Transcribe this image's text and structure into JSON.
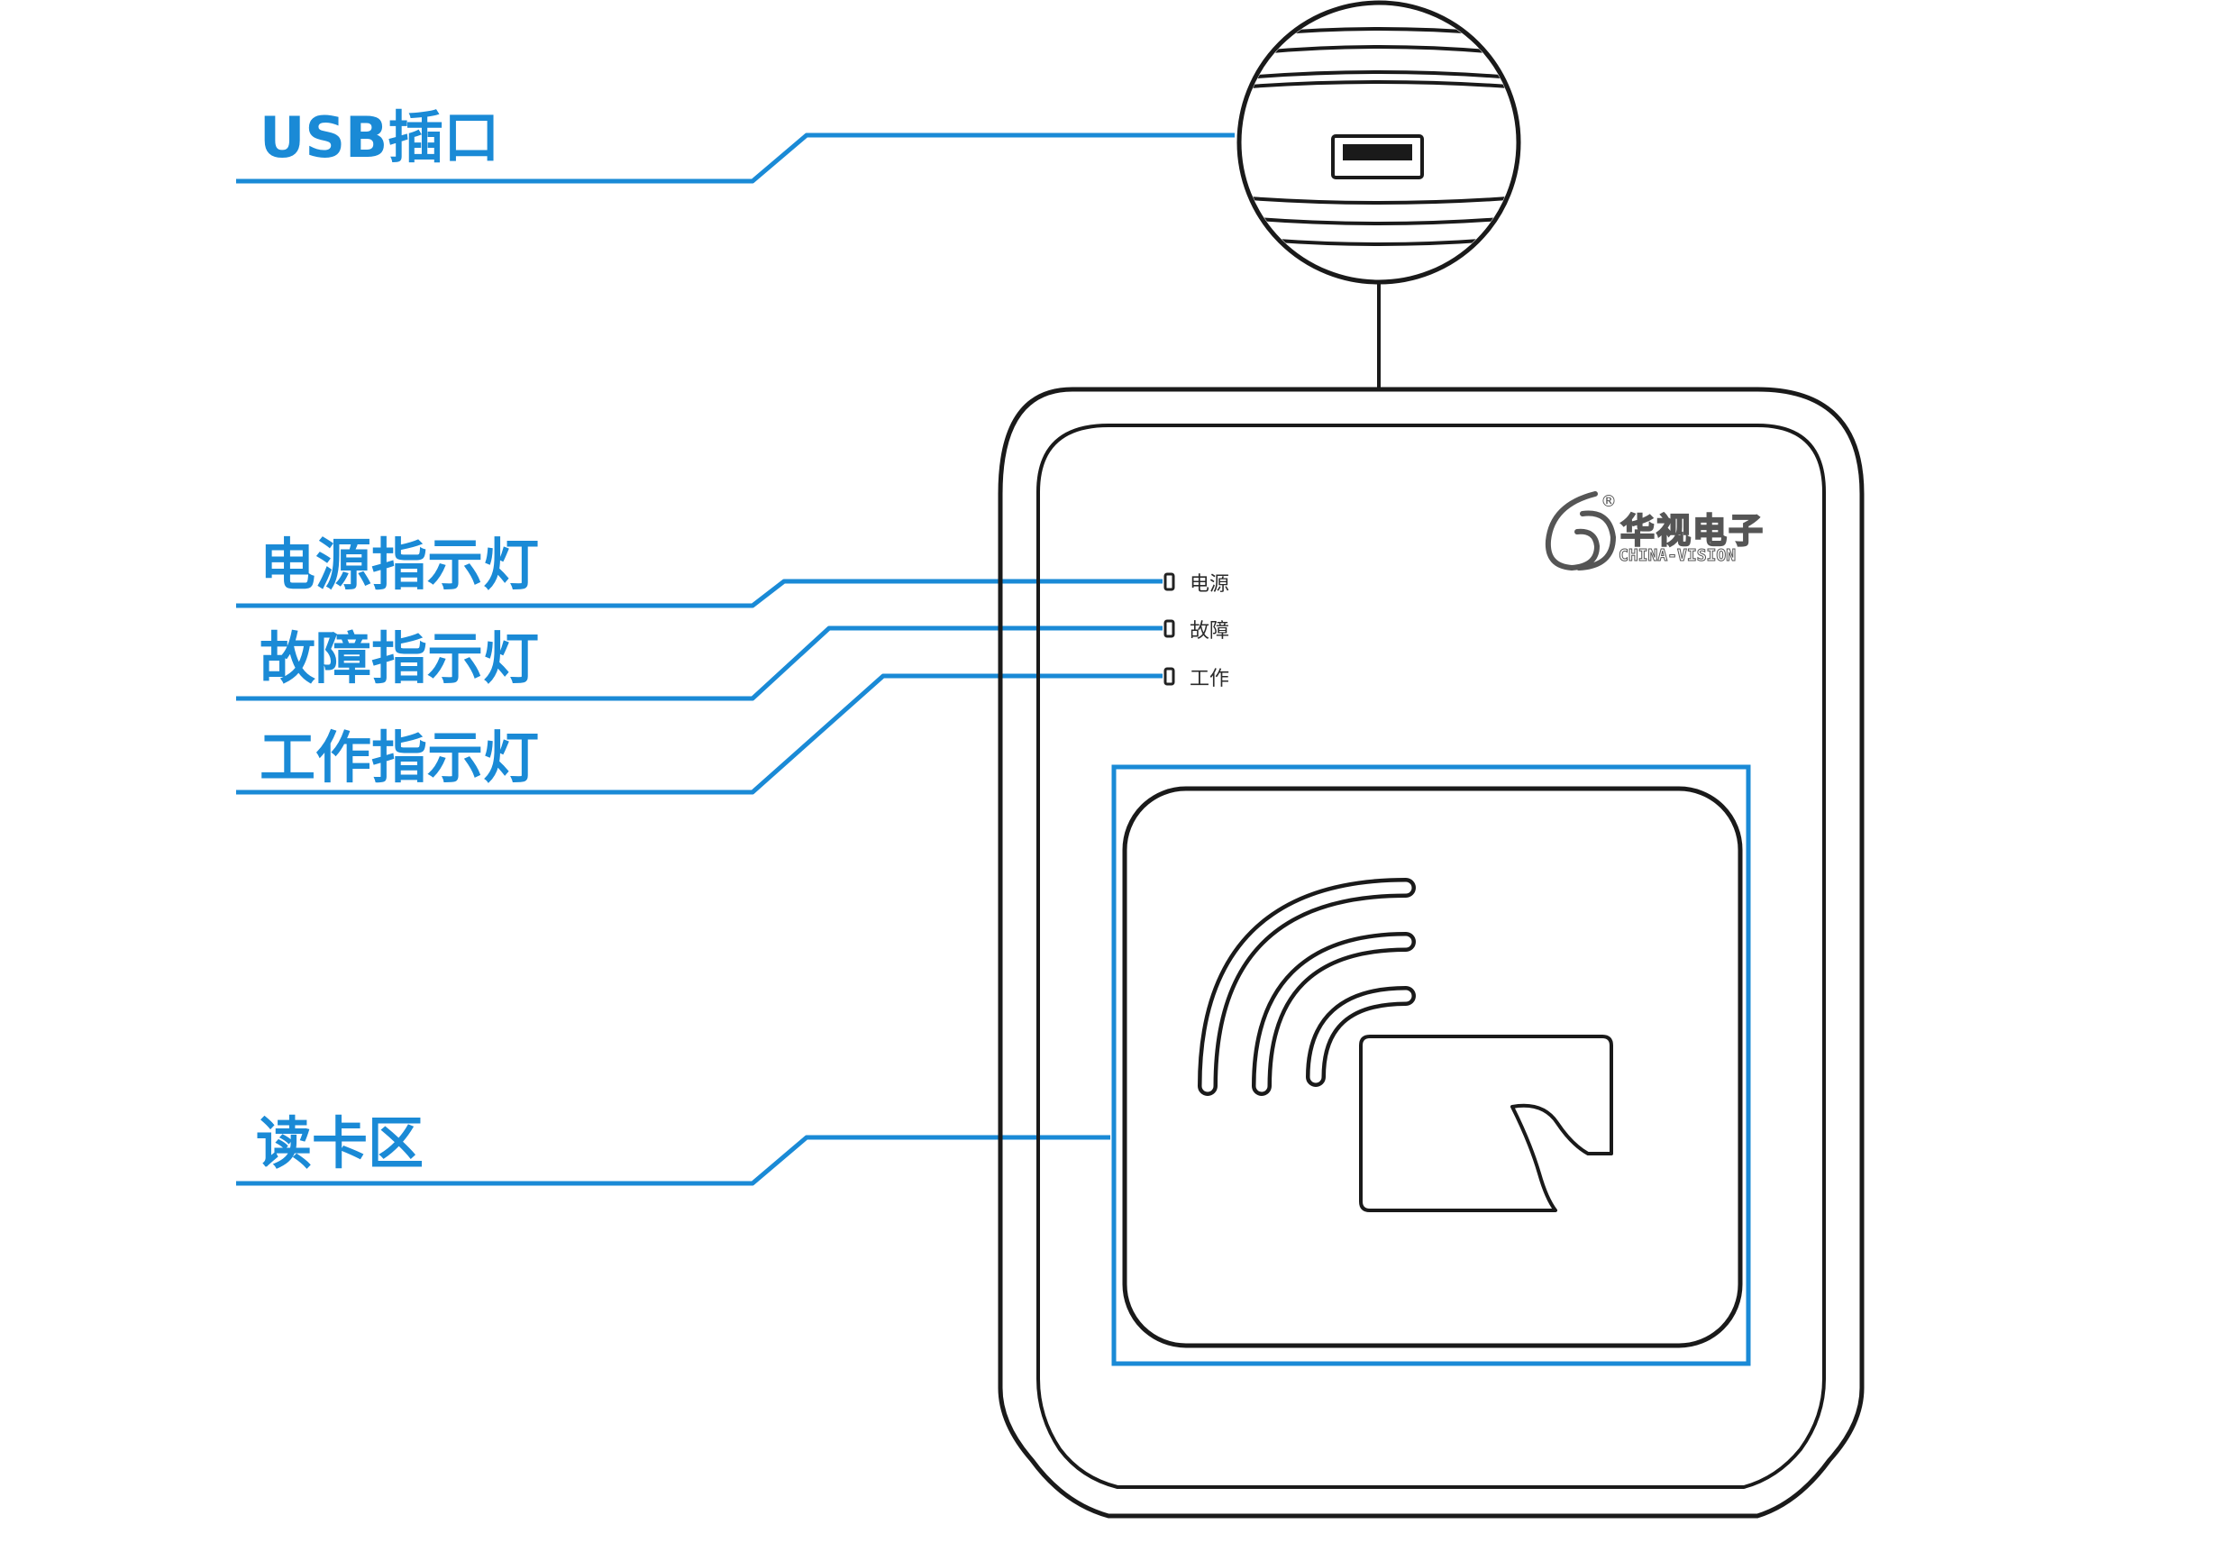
{
  "callouts": {
    "usb": "USB插口",
    "power_led": "电源指示灯",
    "fault_led": "故障指示灯",
    "work_led": "工作指示灯",
    "card_area": "读卡区"
  },
  "device": {
    "leds": {
      "power": "电源",
      "fault": "故障",
      "work": "工作"
    },
    "brand": {
      "name_cn": "华视电子",
      "name_en": "CHINA-VISION",
      "registered": "®"
    },
    "icons": [
      "usb-port-icon",
      "brand-logo-icon",
      "contactless-waves-icon",
      "id-card-icon"
    ]
  },
  "colors": {
    "callout": "#1a8ad6",
    "outline": "#1a1a1a",
    "led_outline": "#222222"
  }
}
